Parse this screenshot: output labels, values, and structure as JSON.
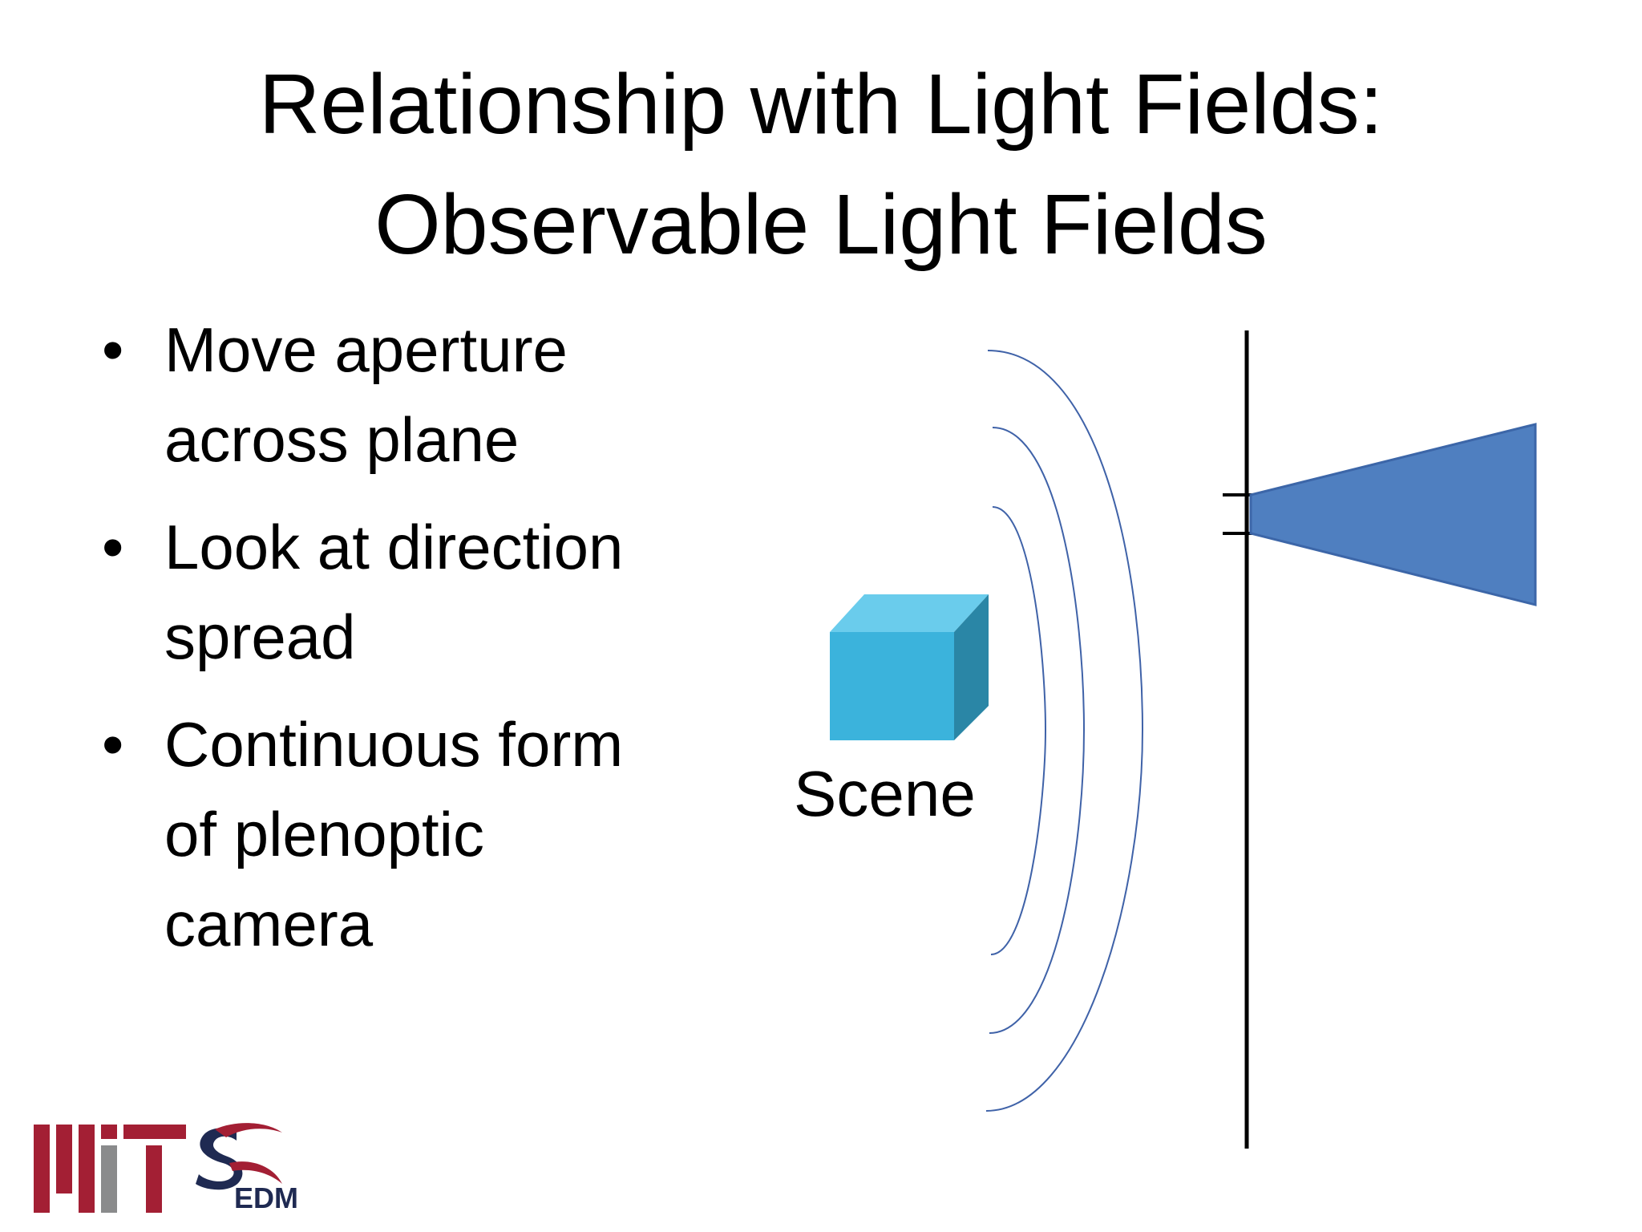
{
  "slide": {
    "title_line1": "Relationship with Light Fields:",
    "title_line2": "Observable Light Fields",
    "bullets": [
      "Move aperture across plane",
      "Look at direction spread",
      "Continuous form of plenoptic camera"
    ],
    "bullet_lines": [
      [
        "Move aperture",
        "across plane"
      ],
      [
        "Look at direction",
        "spread"
      ],
      [
        "Continuous form",
        "of plenoptic",
        "camera"
      ]
    ],
    "bullet_glyph": "•"
  },
  "diagram": {
    "scene_label": "Scene",
    "colors": {
      "cube_front": "#3bb3dc",
      "cube_top": "#6accec",
      "cube_side": "#2a86a6",
      "wave": "#3f62a8",
      "camera_cone": "#4f7fc0",
      "camera_cone_stroke": "#3c66a8",
      "plane": "#000000"
    }
  },
  "logo": {
    "mit_text": "MIT",
    "edm_text": "EDM",
    "colors": {
      "mit_red": "#a31f34",
      "mit_gray": "#8a8b8c",
      "edm_navy": "#1f2a52"
    }
  }
}
